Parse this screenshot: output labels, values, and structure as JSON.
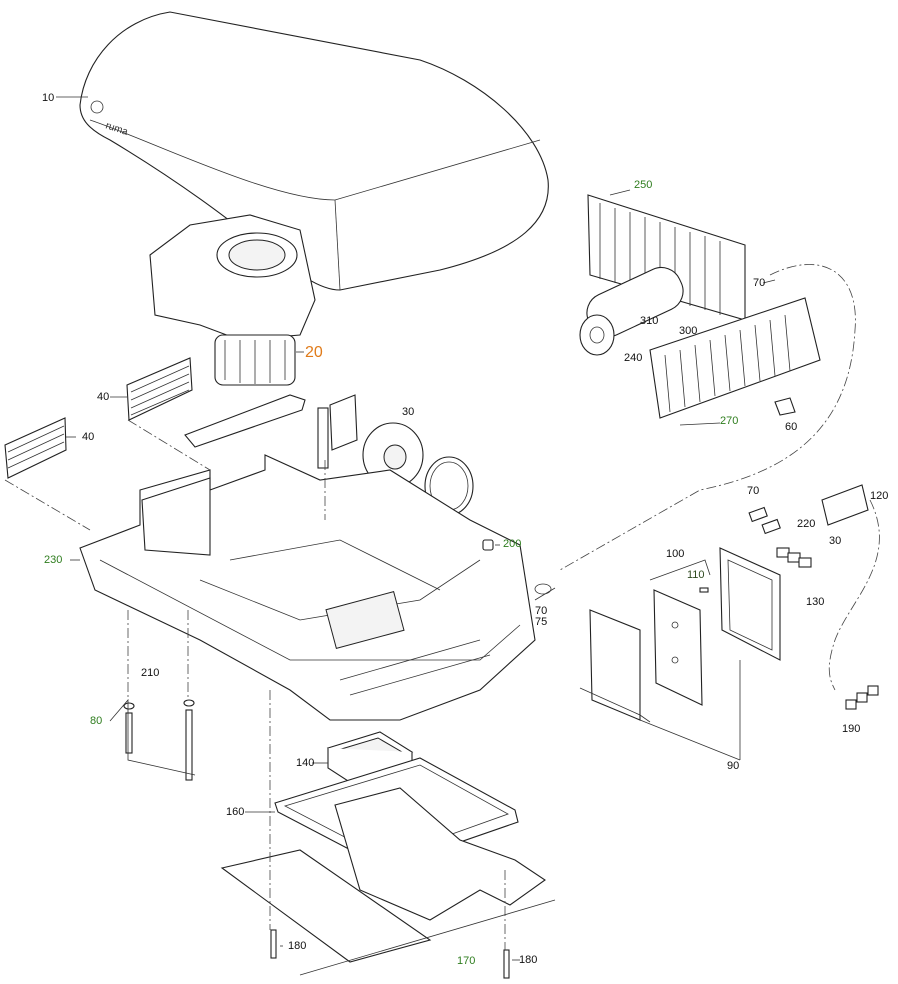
{
  "title": "Truma air conditioner exploded parts diagram",
  "colors": {
    "default_label": "#111111",
    "green_label": "#2e7d1e",
    "orange_label": "#e07b1a"
  },
  "labels": {
    "cover": "10",
    "fan_housing": "20",
    "grille_top": "40",
    "grille_left": "40",
    "fan_wheel": "30",
    "condenser": "250",
    "sensor_top": "70",
    "motor": "310",
    "capacitor": "300",
    "motor_bracket": "240",
    "evaporator": "270",
    "clip": "60",
    "connector": "70",
    "cover_cap": "120",
    "connector_220": "220",
    "connector_30": "30",
    "pcb": "100",
    "fuse": "110",
    "screw_130": "130",
    "plug": "200",
    "base": "230",
    "sensor_a": "70",
    "sensor_b": "75",
    "pad": "210",
    "screws": "80",
    "buttons": "190",
    "electronics_box": "90",
    "duct": "140",
    "gasket": "160",
    "bolt_left": "180",
    "mount_frame": "170",
    "bolt_right": "180"
  }
}
